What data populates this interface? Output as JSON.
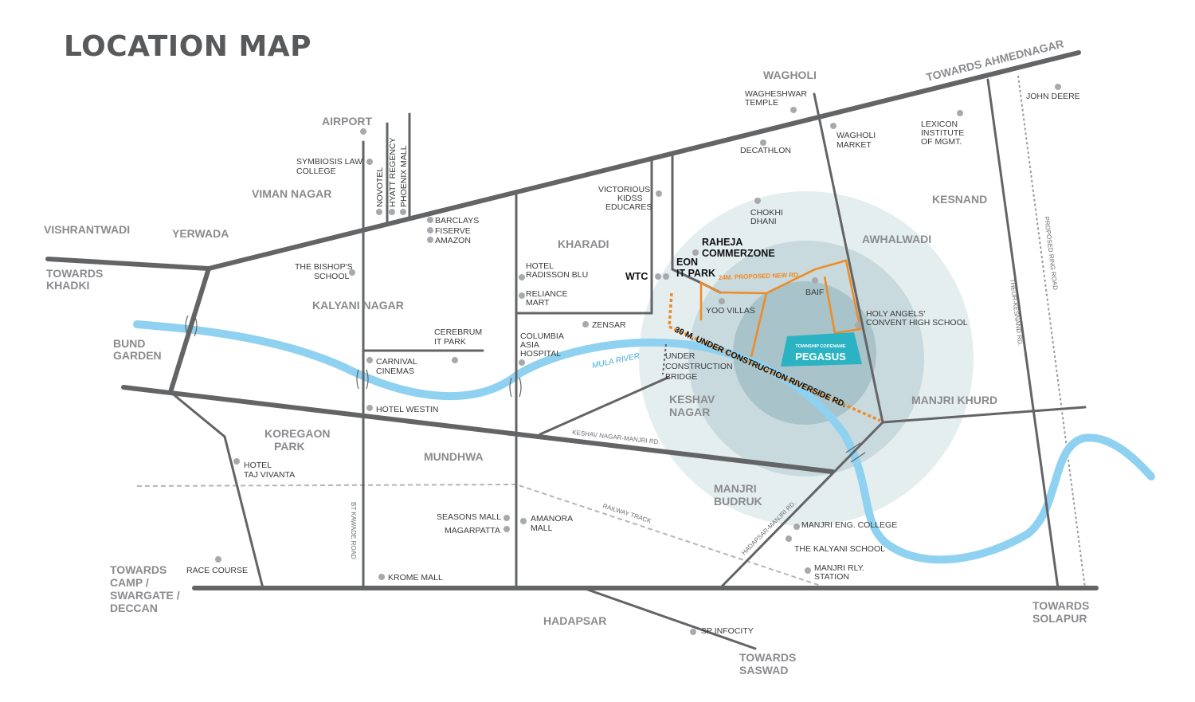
{
  "title": "LOCATION MAP",
  "colors": {
    "road": "#636466",
    "river": "#8fd1f0",
    "ring_outer": "#e4eeef",
    "ring_mid": "#c8dade",
    "ring_inner": "#a8c3c9",
    "project": "#2bb3c3",
    "proposed_road": "#f08a24",
    "dot": "#a7a9ac"
  },
  "areas": {
    "viman_nagar": "VIMAN NAGAR",
    "vishrantwadi": "VISHRANTWADI",
    "yerwada": "YERWADA",
    "towards_khadki_1": "TOWARDS",
    "towards_khadki_2": "KHADKI",
    "kalyani_nagar": "KALYANI NAGAR",
    "bund_garden_1": "BUND",
    "bund_garden_2": "GARDEN",
    "koregaon_park_1": "KOREGAON",
    "koregaon_park_2": "PARK",
    "mundhwa": "MUNDHWA",
    "kharadi": "KHARADI",
    "wagholi": "WAGHOLI",
    "kesnand": "KESNAND",
    "awhalwadi": "AWHALWADI",
    "keshav_nagar_1": "KESHAV",
    "keshav_nagar_2": "NAGAR",
    "manjri_khurd": "MANJRI KHURD",
    "manjri_budruk_1": "MANJRI",
    "manjri_budruk_2": "BUDRUK",
    "hadapsar": "HADAPSAR",
    "towards_ahmednagar": "TOWARDS AHMEDNAGAR",
    "towards_camp_1": "TOWARDS",
    "towards_camp_2": "CAMP /",
    "towards_camp_3": "SWARGATE /",
    "towards_camp_4": "DECCAN",
    "towards_solapur_1": "TOWARDS",
    "towards_solapur_2": "SOLAPUR",
    "towards_saswad_1": "TOWARDS",
    "towards_saswad_2": "SASWAD",
    "airport": "AIRPORT"
  },
  "landmarks": {
    "symbiosis_1": "SYMBIOSIS LAW",
    "symbiosis_2": "COLLEGE",
    "novotel": "NOVOTEL",
    "hyatt": "HYATT REGENCY",
    "phoenix": "PHOENIX MALL",
    "barclays": "BARCLAYS",
    "fiserve": "FISERVE",
    "amazon": "AMAZON",
    "bishops_1": "THE BISHOP'S",
    "bishops_2": "SCHOOL",
    "cerebrum_1": "CEREBRUM",
    "cerebrum_2": "IT PARK",
    "carnival_1": "CARNIVAL",
    "carnival_2": "CINEMAS",
    "westin": "HOTEL WESTIN",
    "taj_1": "HOTEL",
    "taj_2": "TAJ VIVANTA",
    "race_course": "RACE COURSE",
    "krome_mall": "KROME MALL",
    "seasons_mall": "SEASONS MALL",
    "magarpatta": "MAGARPATTA",
    "amanora_1": "AMANORA",
    "amanora_2": "MALL",
    "radisson_1": "HOTEL",
    "radisson_2": "RADISSON BLU",
    "reliance_1": "RELIANCE",
    "reliance_2": "MART",
    "columbia_1": "COLUMBIA",
    "columbia_2": "ASIA",
    "columbia_3": "HOSPITAL",
    "zensar": "ZENSAR",
    "victorious_1": "VICTORIOUS",
    "victorious_2": "KIDSS",
    "victorious_3": "EDUCARES",
    "wtc": "WTC",
    "eon_1": "EON",
    "eon_2": "IT PARK",
    "raheja_1": "RAHEJA",
    "raheja_2": "COMMERZONE",
    "wagheshwar_1": "WAGHESHWAR",
    "wagheshwar_2": "TEMPLE",
    "decathlon": "DECATHLON",
    "wagholi_market_1": "WAGHOLI",
    "wagholi_market_2": "MARKET",
    "lexicon_1": "LEXICON",
    "lexicon_2": "INSTITUTE",
    "lexicon_3": "OF MGMT.",
    "john_deere": "JOHN DEERE",
    "chokhi_1": "CHOKHI",
    "chokhi_2": "DHANI",
    "yoo_villas": "YOO VILLAS",
    "baif": "BAIF",
    "holy_angels_1": "HOLY ANGELS'",
    "holy_angels_2": "CONVENT HIGH SCHOOL",
    "bridge_1": "UNDER",
    "bridge_2": "CONSTRUCTION",
    "bridge_3": "BRIDGE",
    "manjri_eng": "MANJRI ENG. COLLEGE",
    "kalyani_school": "THE KALYANI SCHOOL",
    "manjri_rly_1": "MANJRI RLY.",
    "manjri_rly_2": "STATION",
    "sp_infocity": "SP INFOCITY"
  },
  "roads": {
    "proposed_ring": "PROPOSED RING ROAD",
    "theur_kesnand": "THEUR-KESNAND RD.",
    "bt_kawade": "BT KAWADE ROAD",
    "keshav_manjri": "KESHAV NAGAR-MANJRI RD.",
    "railway": "RAILWAY TRACK",
    "hadapsar_manjri": "HADAPSAR-MANJRI RD.",
    "riverside": "30 M. UNDER CONSTRUCTION RIVERSIDE RD.",
    "proposed_new": "24M. PROPOSED NEW RD.",
    "mula_river": "MULA RIVER"
  },
  "project": {
    "tag": "TOWNSHIP CODENAME",
    "name": "PEGASUS"
  }
}
